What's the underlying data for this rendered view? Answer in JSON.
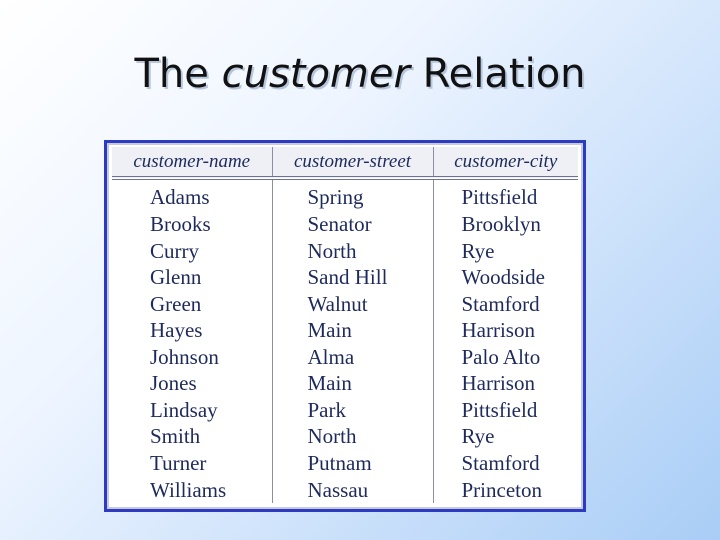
{
  "title": {
    "prefix": "The",
    "italic": "customer",
    "suffix": "Relation"
  },
  "table": {
    "columns": [
      "customer-name",
      "customer-street",
      "customer-city"
    ],
    "rows": [
      [
        "Adams",
        "Spring",
        "Pittsfield"
      ],
      [
        "Brooks",
        "Senator",
        "Brooklyn"
      ],
      [
        "Curry",
        "North",
        "Rye"
      ],
      [
        "Glenn",
        "Sand Hill",
        "Woodside"
      ],
      [
        "Green",
        "Walnut",
        "Stamford"
      ],
      [
        "Hayes",
        "Main",
        "Harrison"
      ],
      [
        "Johnson",
        "Alma",
        "Palo Alto"
      ],
      [
        "Jones",
        "Main",
        "Harrison"
      ],
      [
        "Lindsay",
        "Park",
        "Pittsfield"
      ],
      [
        "Smith",
        "North",
        "Rye"
      ],
      [
        "Turner",
        "Putnam",
        "Stamford"
      ],
      [
        "Williams",
        "Nassau",
        "Princeton"
      ]
    ]
  },
  "colors": {
    "frame_border": "#2d3bc2",
    "text": "#1e2a5c"
  }
}
